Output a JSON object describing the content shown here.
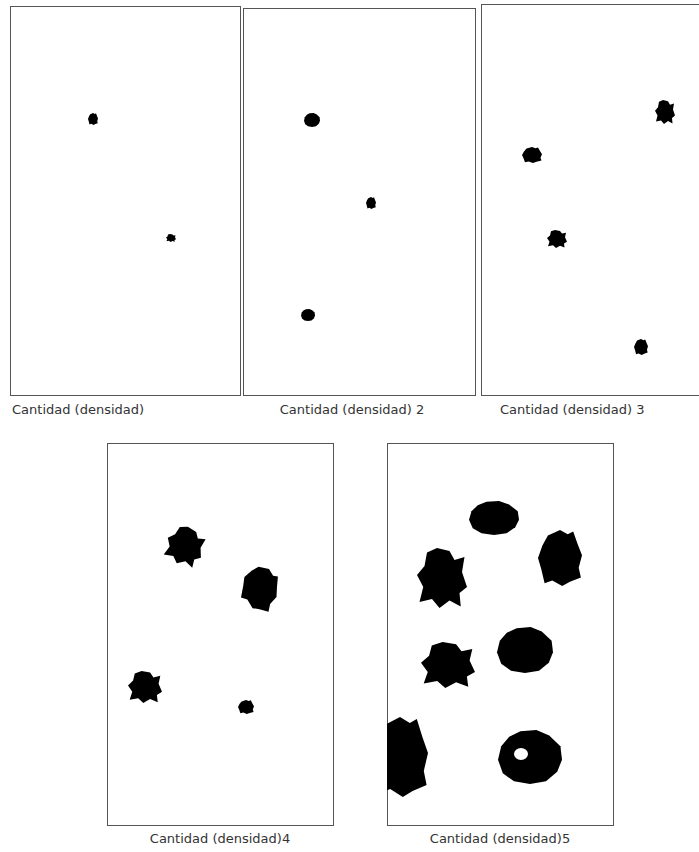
{
  "diagram": {
    "labels": [
      "Cantidad (densidad)",
      "Cantidad (densidad) 2",
      "Cantidad (densidad) 3",
      "Cantidad (densidad)4",
      "Cantidad (densidad)5"
    ]
  }
}
